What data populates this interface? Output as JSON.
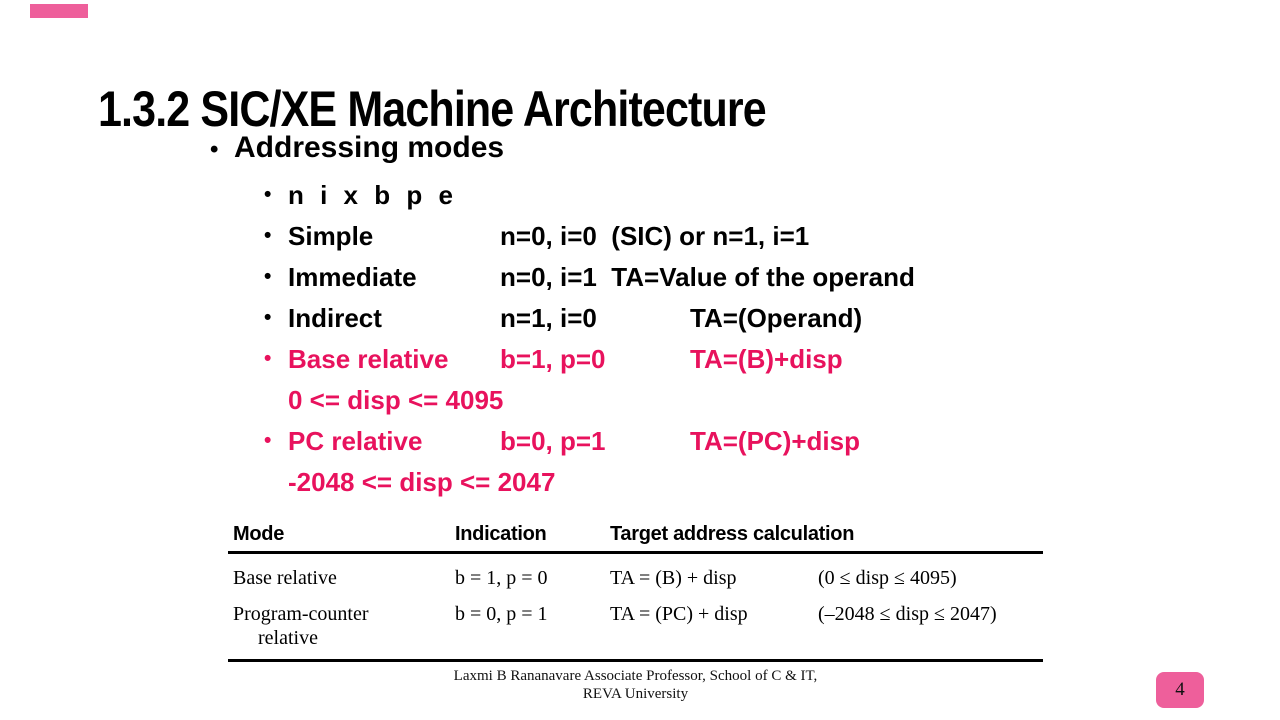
{
  "slide": {
    "title": "1.3.2 SIC/XE Machine Architecture",
    "page_number": "4",
    "accent_text_color": "#e8125d",
    "decoration_color": "#ee5f9b",
    "background_color": "#ffffff"
  },
  "glyphs": {
    "bullet": "•"
  },
  "content": {
    "section_bullet": "Addressing modes",
    "items": [
      {
        "label": "n i x b p e"
      },
      {
        "label": "Simple",
        "rest": "n=0, i=0  (SIC) or n=1, i=1"
      },
      {
        "label": "Immediate",
        "rest": "n=0, i=1  TA=Value of the operand"
      },
      {
        "label": "Indirect",
        "col2": "n=1, i=0",
        "col3": "TA=(Operand)"
      },
      {
        "label": "Base relative",
        "col2": "b=1, p=0",
        "col3": "TA=(B)+disp"
      },
      {
        "label": "0 <= disp <= 4095"
      },
      {
        "label": "PC relative",
        "col2": "b=0, p=1",
        "col3": "TA=(PC)+disp"
      },
      {
        "label": "-2048 <= disp <= 2047"
      }
    ]
  },
  "table": {
    "headers": {
      "mode": "Mode",
      "indication": "Indication",
      "target": "Target address calculation"
    },
    "rows": [
      {
        "mode": "Base relative",
        "mode_line2": "",
        "indication": "b = 1, p = 0",
        "target": "TA = (B) + disp",
        "range": "(0 ≤ disp ≤ 4095)"
      },
      {
        "mode": "Program-counter",
        "mode_line2": "relative",
        "indication": "b = 0, p = 1",
        "target": "TA = (PC) + disp",
        "range": "(–2048 ≤ disp ≤ 2047)"
      }
    ]
  },
  "footer": {
    "line1": "Laxmi B Rananavare Associate Professor, School of C & IT,",
    "line2": "REVA University"
  }
}
